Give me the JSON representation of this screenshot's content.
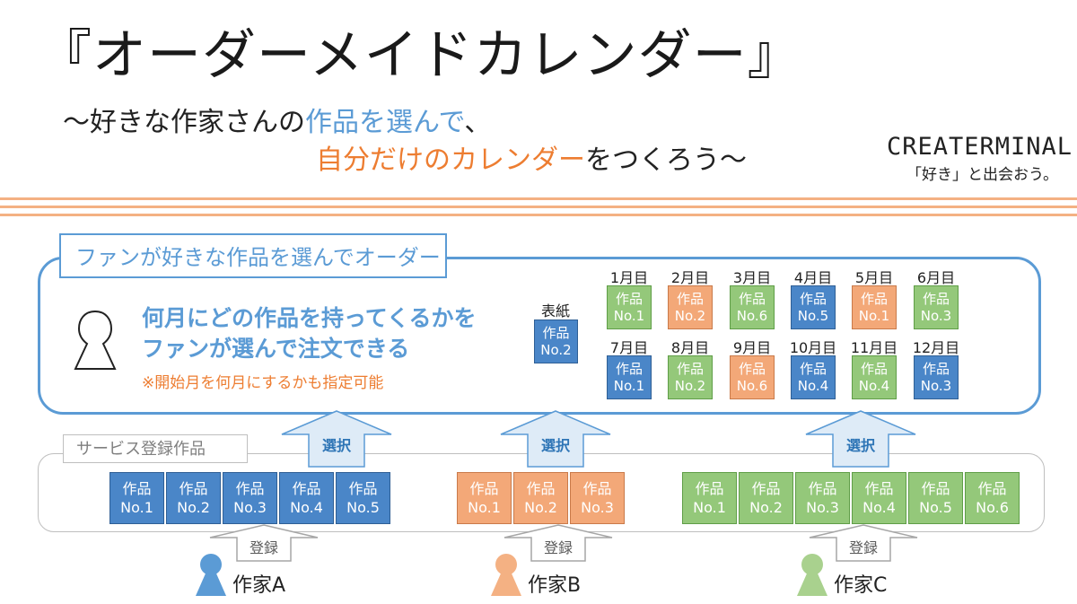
{
  "title": "『オーダーメイドカレンダー』",
  "subtitle": {
    "line1_prefix": "～好きな作家さんの",
    "line1_highlight": "作品を選んで",
    "line1_suffix": "、",
    "line2_highlight": "自分だけのカレンダー",
    "line2_suffix": "をつくろう～"
  },
  "brand": {
    "logo": "CREATERMINAL",
    "tagline": "「好き」と出会おう。"
  },
  "fan_panel": {
    "label": "ファンが好きな作品を選んでオーダー",
    "main_line1": "何月にどの作品を持ってくるかを",
    "main_line2": "ファンが選んで注文できる",
    "note": "※開始月を何月にするかも指定可能"
  },
  "calendar": {
    "cover": {
      "label": "表紙",
      "work": "作品",
      "no": "No.2",
      "author": "A"
    },
    "months": [
      {
        "label": "1月目",
        "work": "作品",
        "no": "No.1",
        "author": "C"
      },
      {
        "label": "2月目",
        "work": "作品",
        "no": "No.2",
        "author": "B"
      },
      {
        "label": "3月目",
        "work": "作品",
        "no": "No.6",
        "author": "C"
      },
      {
        "label": "4月目",
        "work": "作品",
        "no": "No.5",
        "author": "A"
      },
      {
        "label": "5月目",
        "work": "作品",
        "no": "No.1",
        "author": "B"
      },
      {
        "label": "6月目",
        "work": "作品",
        "no": "No.3",
        "author": "C"
      },
      {
        "label": "7月目",
        "work": "作品",
        "no": "No.1",
        "author": "A"
      },
      {
        "label": "8月目",
        "work": "作品",
        "no": "No.2",
        "author": "C"
      },
      {
        "label": "9月目",
        "work": "作品",
        "no": "No.6",
        "author": "B"
      },
      {
        "label": "10月目",
        "work": "作品",
        "no": "No.4",
        "author": "A"
      },
      {
        "label": "11月目",
        "work": "作品",
        "no": "No.4",
        "author": "C"
      },
      {
        "label": "12月目",
        "work": "作品",
        "no": "No.3",
        "author": "A"
      }
    ]
  },
  "arrows": {
    "select_label": "選択",
    "register_label": "登録"
  },
  "service": {
    "label": "サービス登録作品",
    "groups": [
      {
        "author": "A",
        "works": [
          {
            "work": "作品",
            "no": "No.1"
          },
          {
            "work": "作品",
            "no": "No.2"
          },
          {
            "work": "作品",
            "no": "No.3"
          },
          {
            "work": "作品",
            "no": "No.4"
          },
          {
            "work": "作品",
            "no": "No.5"
          }
        ]
      },
      {
        "author": "B",
        "works": [
          {
            "work": "作品",
            "no": "No.1"
          },
          {
            "work": "作品",
            "no": "No.2"
          },
          {
            "work": "作品",
            "no": "No.3"
          }
        ]
      },
      {
        "author": "C",
        "works": [
          {
            "work": "作品",
            "no": "No.1"
          },
          {
            "work": "作品",
            "no": "No.2"
          },
          {
            "work": "作品",
            "no": "No.3"
          },
          {
            "work": "作品",
            "no": "No.4"
          },
          {
            "work": "作品",
            "no": "No.5"
          },
          {
            "work": "作品",
            "no": "No.6"
          }
        ]
      }
    ]
  },
  "authors": [
    {
      "name": "作家A",
      "color": "#5b9bd5"
    },
    {
      "name": "作家B",
      "color": "#f4b183"
    },
    {
      "name": "作家C",
      "color": "#a9d18e"
    }
  ],
  "colors": {
    "author_a": "#4a86c8",
    "author_b": "#f3a878",
    "author_c": "#94c87a",
    "accent_blue": "#5b9bd5",
    "accent_orange": "#ed7d31"
  }
}
